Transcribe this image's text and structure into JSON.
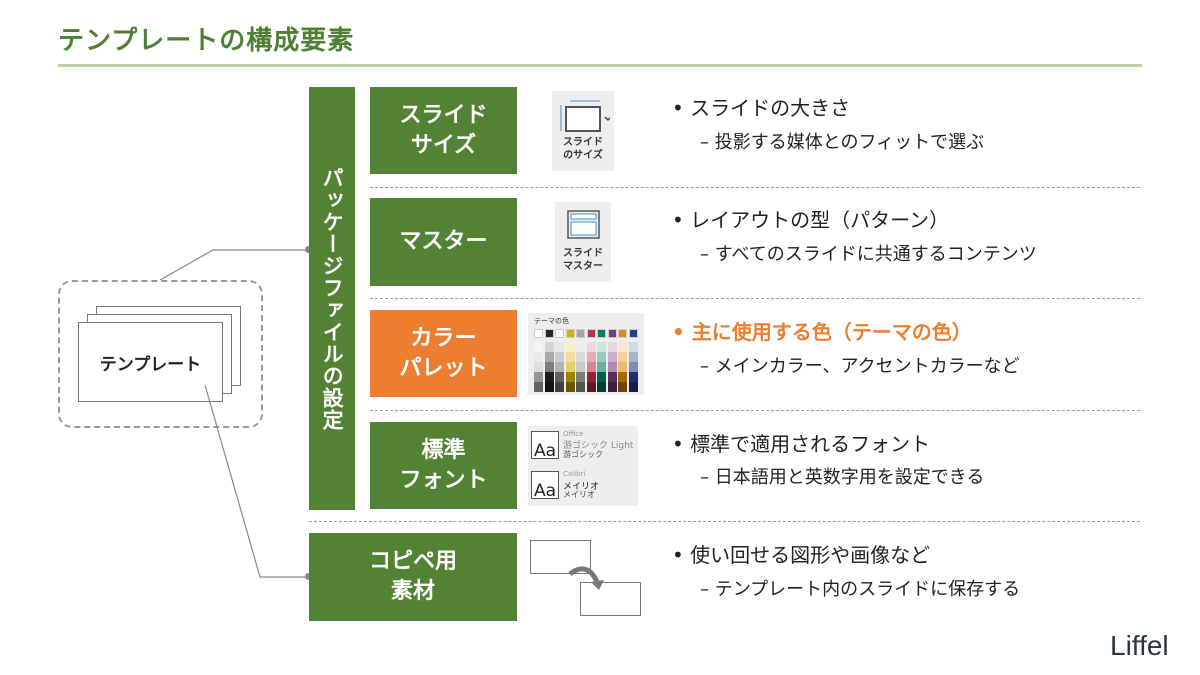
{
  "title": "テンプレートの構成要素",
  "template_label": "テンプレート",
  "package_label": "パッケージファイルの設定",
  "rows": [
    {
      "box": "スライド\nサイズ",
      "bullet": "• スライドの大きさ",
      "sub": "– 投影する媒体とのフィットで選ぶ"
    },
    {
      "box": "マスター",
      "bullet": "• レイアウトの型（パターン）",
      "sub": "– すべてのスライドに共通するコンテンツ"
    },
    {
      "box": "カラー\nパレット",
      "bullet": "• 主に使用する色（テーマの色）",
      "sub": "– メインカラー、アクセントカラーなど"
    },
    {
      "box": "標準\nフォント",
      "bullet": "• 標準で適用されるフォント",
      "sub": "– 日本語用と英数字用を設定できる"
    },
    {
      "box": "コピペ用\n素材",
      "bullet": "• 使い回せる図形や画像など",
      "sub": "– テンプレート内のスライドに保存する"
    }
  ],
  "icons": {
    "slide_size": "スライド\nのサイズ",
    "slide_master": "スライド\nマスター",
    "palette_title": "テーマの色",
    "palette_colors": [
      "#ffffff",
      "#262626",
      "#ffffff",
      "#d4b000",
      "#a6a6a6",
      "#c0304a",
      "#008060",
      "#7a3a7a",
      "#e08a10",
      "#24408a"
    ],
    "font1": {
      "sample": "Aa",
      "name": "Office",
      "line1": "游ゴシック Light",
      "line2": "游ゴシック"
    },
    "font2": {
      "sample": "Aa",
      "name": "Calibri",
      "line1": "メイリオ",
      "line2": "メイリオ"
    }
  },
  "colors": {
    "green": "#548235",
    "orange": "#ed7d31",
    "highlight_text": "#ed7d31",
    "title": "#4f7f35"
  },
  "logo": "Liffel"
}
